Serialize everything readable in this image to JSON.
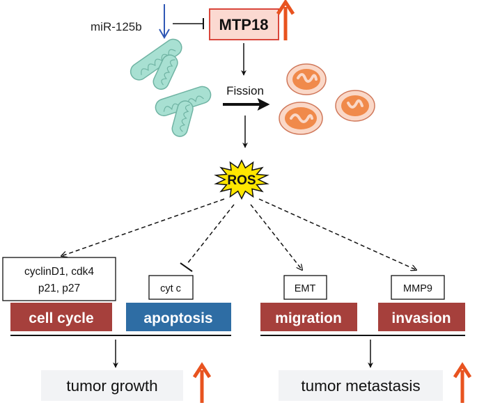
{
  "upstream": {
    "mirna_label": "miR-125b",
    "mtp18_label": "MTP18"
  },
  "fission": {
    "label": "Fission"
  },
  "ros": {
    "label": "ROS"
  },
  "markers": {
    "cell_cycle_markers_line1": "cyclinD1, cdk4",
    "cell_cycle_markers_line2": "p21, p27",
    "apoptosis_marker": "cyt c",
    "migration_marker": "EMT",
    "invasion_marker": "MMP9"
  },
  "processes": {
    "cell_cycle": "cell cycle",
    "apoptosis": "apoptosis",
    "migration": "migration",
    "invasion": "invasion"
  },
  "outcomes": {
    "growth": "tumor growth",
    "metastasis": "tumor metastasis"
  },
  "colors": {
    "process_red": "#a6403c",
    "process_blue": "#2e6da4",
    "up_arrow": "#e8531f",
    "down_arrow": "#2f57b5",
    "mtp18_fill": "#fbd9d1",
    "mtp18_border": "#d9463c",
    "mito_elongated": "#a8e0d2",
    "mito_fragmented": "#f08a4b",
    "ros_fill": "#ffe600"
  },
  "icons": [
    "up-arrow-icon",
    "down-arrow-icon",
    "elongated-mitochondria-icon",
    "fragmented-mitochondria-icon",
    "ros-burst-icon"
  ]
}
